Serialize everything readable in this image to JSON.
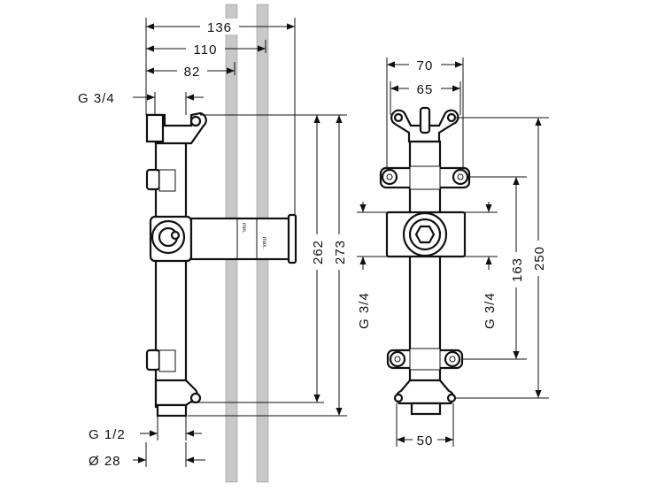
{
  "side_view": {
    "dim_136": "136",
    "dim_110": "110",
    "dim_82": "82",
    "thread_top": "G 3/4",
    "dim_262": "262",
    "dim_273": "273",
    "thread_bottom": "G 1/2",
    "diameter": "Ø 28",
    "min_label": "min.",
    "max_label": "max."
  },
  "front_view": {
    "dim_70": "70",
    "dim_65": "65",
    "thread_left": "G 3/4",
    "thread_right": "G 3/4",
    "dim_163": "163",
    "dim_250": "250",
    "dim_50": "50"
  }
}
